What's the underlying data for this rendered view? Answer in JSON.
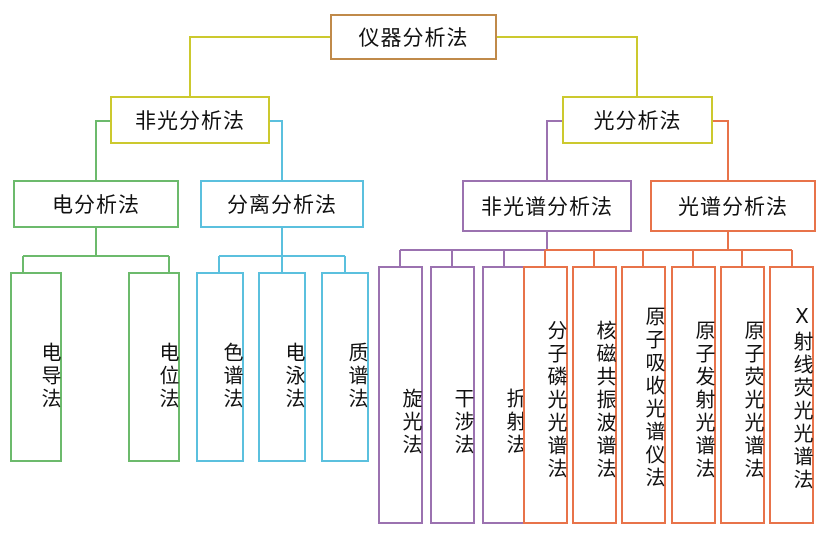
{
  "diagram": {
    "type": "tree",
    "title_node": "仪器分析法",
    "orientation": "top-down",
    "colors": {
      "root": "#c08a4a",
      "level2": "#ccc92e",
      "dian": "#6cba6c",
      "fenli": "#5bc0de",
      "feiguangpu": "#9b72b0",
      "guangpu": "#e8734a",
      "text": "#111111",
      "background": "#ffffff"
    },
    "nodes": {
      "root": {
        "label": "仪器分析法",
        "color": "#c08a4a"
      },
      "level2": [
        {
          "label": "非光分析法",
          "color": "#ccc92e"
        },
        {
          "label": "光分析法",
          "color": "#ccc92e"
        }
      ],
      "level3": [
        {
          "label": "电分析法",
          "color": "#6cba6c"
        },
        {
          "label": "分离分析法",
          "color": "#5bc0de"
        },
        {
          "label": "非光谱分析法",
          "color": "#9b72b0"
        },
        {
          "label": "光谱分析法",
          "color": "#e8734a"
        }
      ],
      "leaves_dian": [
        {
          "label": "电导法",
          "color": "#6cba6c"
        },
        {
          "label": "电位法",
          "color": "#6cba6c"
        }
      ],
      "leaves_fenli": [
        {
          "label": "色谱法",
          "color": "#5bc0de"
        },
        {
          "label": "电泳法",
          "color": "#5bc0de"
        },
        {
          "label": "质谱法",
          "color": "#5bc0de"
        }
      ],
      "leaves_feiguangpu": [
        {
          "label": "旋光法",
          "color": "#9b72b0"
        },
        {
          "label": "干涉法",
          "color": "#9b72b0"
        },
        {
          "label": "折射法",
          "color": "#9b72b0"
        }
      ],
      "leaves_guangpu": [
        {
          "label": "分子磷光光谱法",
          "color": "#e8734a"
        },
        {
          "label": "核磁共振波谱法",
          "color": "#e8734a"
        },
        {
          "label": "原子吸收光谱仪法",
          "color": "#e8734a"
        },
        {
          "label": "原子发射光谱法",
          "color": "#e8734a"
        },
        {
          "label": "原子荧光光谱法",
          "color": "#e8734a"
        },
        {
          "label": "X射线荧光光谱法",
          "color": "#e8734a"
        }
      ]
    }
  }
}
